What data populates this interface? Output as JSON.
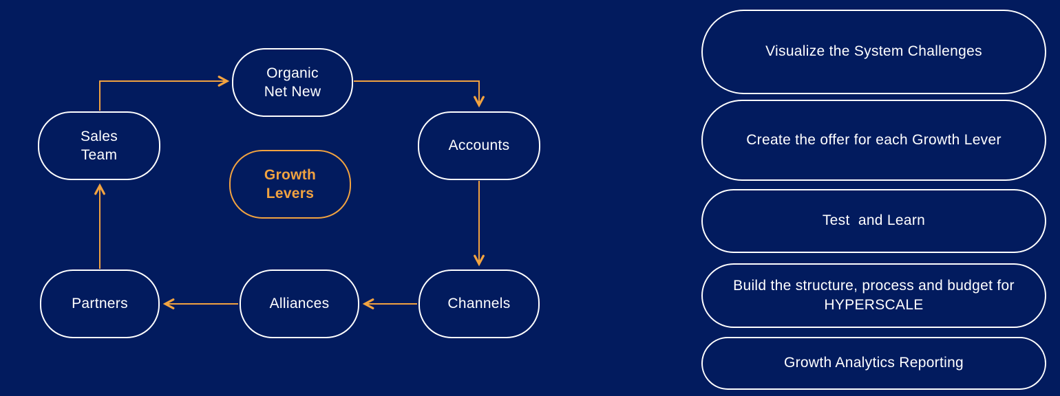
{
  "theme": {
    "background": "#021B5E",
    "node_border": "#FFFFFF",
    "text": "#FFFFFF",
    "accent_orange": "#F2A340"
  },
  "diagram": {
    "title_node": {
      "label": "Growth\nLevers"
    },
    "nodes": [
      {
        "id": "organic-net-new",
        "label": "Organic\nNet New"
      },
      {
        "id": "accounts",
        "label": "Accounts"
      },
      {
        "id": "channels",
        "label": "Channels"
      },
      {
        "id": "alliances",
        "label": "Alliances"
      },
      {
        "id": "partners",
        "label": "Partners"
      },
      {
        "id": "sales-team",
        "label": "Sales\nTeam"
      }
    ],
    "flow_order": "Sales Team → Organic Net New → Accounts → Channels → Alliances → Partners → Sales Team"
  },
  "steps": [
    {
      "label": "Visualize the System Challenges"
    },
    {
      "label": "Create the offer for each Growth Lever"
    },
    {
      "label": "Test  and Learn"
    },
    {
      "label": "Build the structure, process and budget for HYPERSCALE"
    },
    {
      "label": "Growth Analytics Reporting"
    }
  ]
}
